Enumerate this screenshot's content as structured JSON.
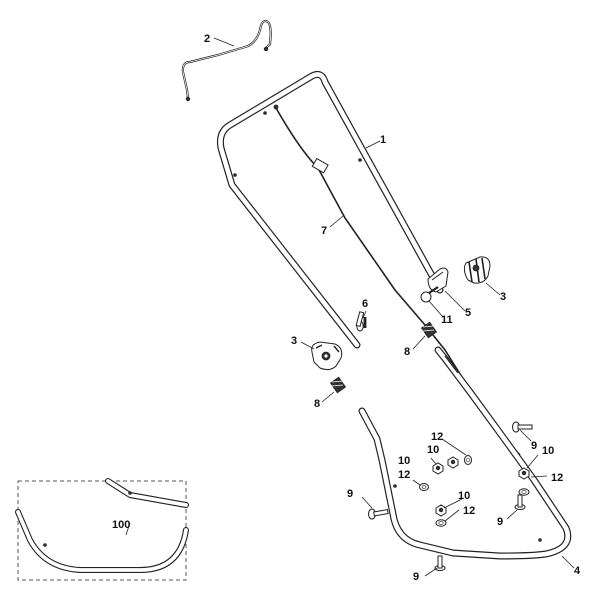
{
  "diagram": {
    "callouts": [
      {
        "id": "c-2",
        "text": "2"
      },
      {
        "id": "c-1",
        "text": "1"
      },
      {
        "id": "c-7",
        "text": "7"
      },
      {
        "id": "c-3a",
        "text": "3"
      },
      {
        "id": "c-5",
        "text": "5"
      },
      {
        "id": "c-11",
        "text": "11"
      },
      {
        "id": "c-6",
        "text": "6"
      },
      {
        "id": "c-3b",
        "text": "3"
      },
      {
        "id": "c-8a",
        "text": "8"
      },
      {
        "id": "c-8b",
        "text": "8"
      },
      {
        "id": "c-9a",
        "text": "9"
      },
      {
        "id": "c-10a",
        "text": "10"
      },
      {
        "id": "c-12a",
        "text": "12"
      },
      {
        "id": "c-12b",
        "text": "12"
      },
      {
        "id": "c-10b",
        "text": "10"
      },
      {
        "id": "c-10c",
        "text": "10"
      },
      {
        "id": "c-12c",
        "text": "12"
      },
      {
        "id": "c-9b",
        "text": "9"
      },
      {
        "id": "c-10d",
        "text": "10"
      },
      {
        "id": "c-12d",
        "text": "12"
      },
      {
        "id": "c-9c",
        "text": "9"
      },
      {
        "id": "c-4",
        "text": "4"
      },
      {
        "id": "c-9d",
        "text": "9"
      },
      {
        "id": "c-100",
        "text": "100"
      }
    ]
  }
}
